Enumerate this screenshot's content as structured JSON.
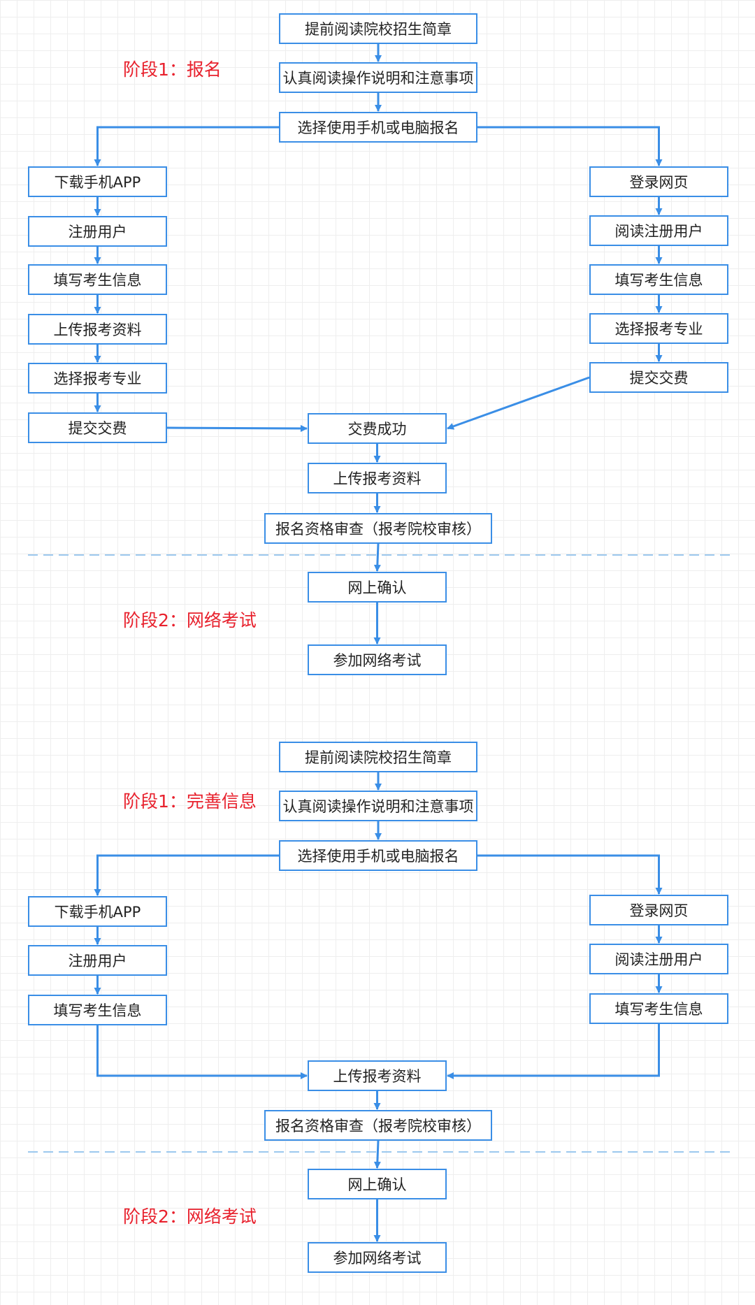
{
  "colors": {
    "accent": "#3a8ee6",
    "label_red": "#e8212d",
    "divider": "#9cc8ee"
  },
  "sections": [
    {
      "stage1_label": "阶段1：报名",
      "stage2_label": "阶段2：网络考试",
      "top": [
        "提前阅读院校招生简章",
        "认真阅读操作说明和注意事项",
        "选择使用手机或电脑报名"
      ],
      "left": [
        "下载手机APP",
        "注册用户",
        "填写考生信息",
        "上传报考资料",
        "选择报考专业",
        "提交交费"
      ],
      "right": [
        "登录网页",
        "阅读注册用户",
        "填写考生信息",
        "选择报考专业",
        "提交交费"
      ],
      "merge": [
        "交费成功",
        "上传报考资料",
        "报名资格审查（报考院校审核）"
      ],
      "stage2": [
        "网上确认",
        "参加网络考试"
      ]
    },
    {
      "title": "2.2 已报名考生",
      "stage1_label": "阶段1：完善信息",
      "stage2_label": "阶段2：网络考试",
      "top": [
        "提前阅读院校招生简章",
        "认真阅读操作说明和注意事项",
        "选择使用手机或电脑报名"
      ],
      "left": [
        "下载手机APP",
        "注册用户",
        "填写考生信息"
      ],
      "right": [
        "登录网页",
        "阅读注册用户",
        "填写考生信息"
      ],
      "merge": [
        "上传报考资料",
        "报名资格审查（报考院校审核）"
      ],
      "stage2": [
        "网上确认",
        "参加网络考试"
      ]
    }
  ]
}
